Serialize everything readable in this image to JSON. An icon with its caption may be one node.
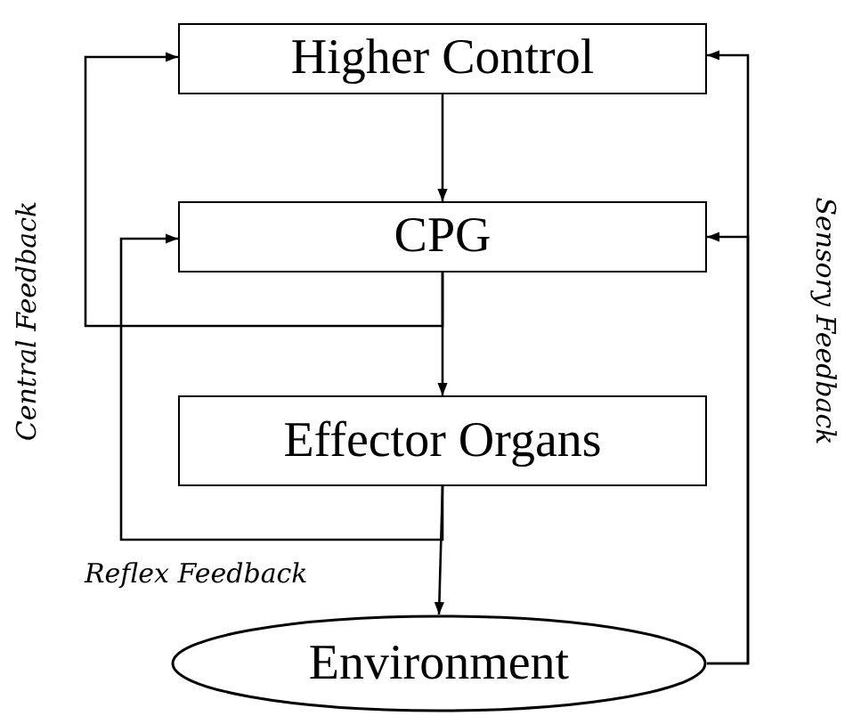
{
  "diagram": {
    "nodes": [
      {
        "text": [
          "Higher Control"
        ]
      },
      {
        "text": [
          "CPG"
        ]
      },
      {
        "text": [
          "Effector Organs"
        ]
      },
      {
        "text": [
          "Environment"
        ]
      }
    ],
    "edges": [
      {
        "from": 0,
        "to": 1,
        "arrow": "to"
      },
      {
        "from": 1,
        "to": 2,
        "arrow": "to"
      },
      {
        "from": 1,
        "to": 0,
        "arrow": "to",
        "label": "Central Feedback"
      },
      {
        "from": 2,
        "to": 3,
        "arrow": "to"
      },
      {
        "from": 2,
        "to": 1,
        "arrow": "to",
        "label": "Reflex Feedback"
      },
      {
        "from": 3,
        "to": 0,
        "arrow": "to",
        "label": "Sensory Feedback"
      },
      {
        "from": 3,
        "to": 1,
        "arrow": "to"
      }
    ]
  }
}
